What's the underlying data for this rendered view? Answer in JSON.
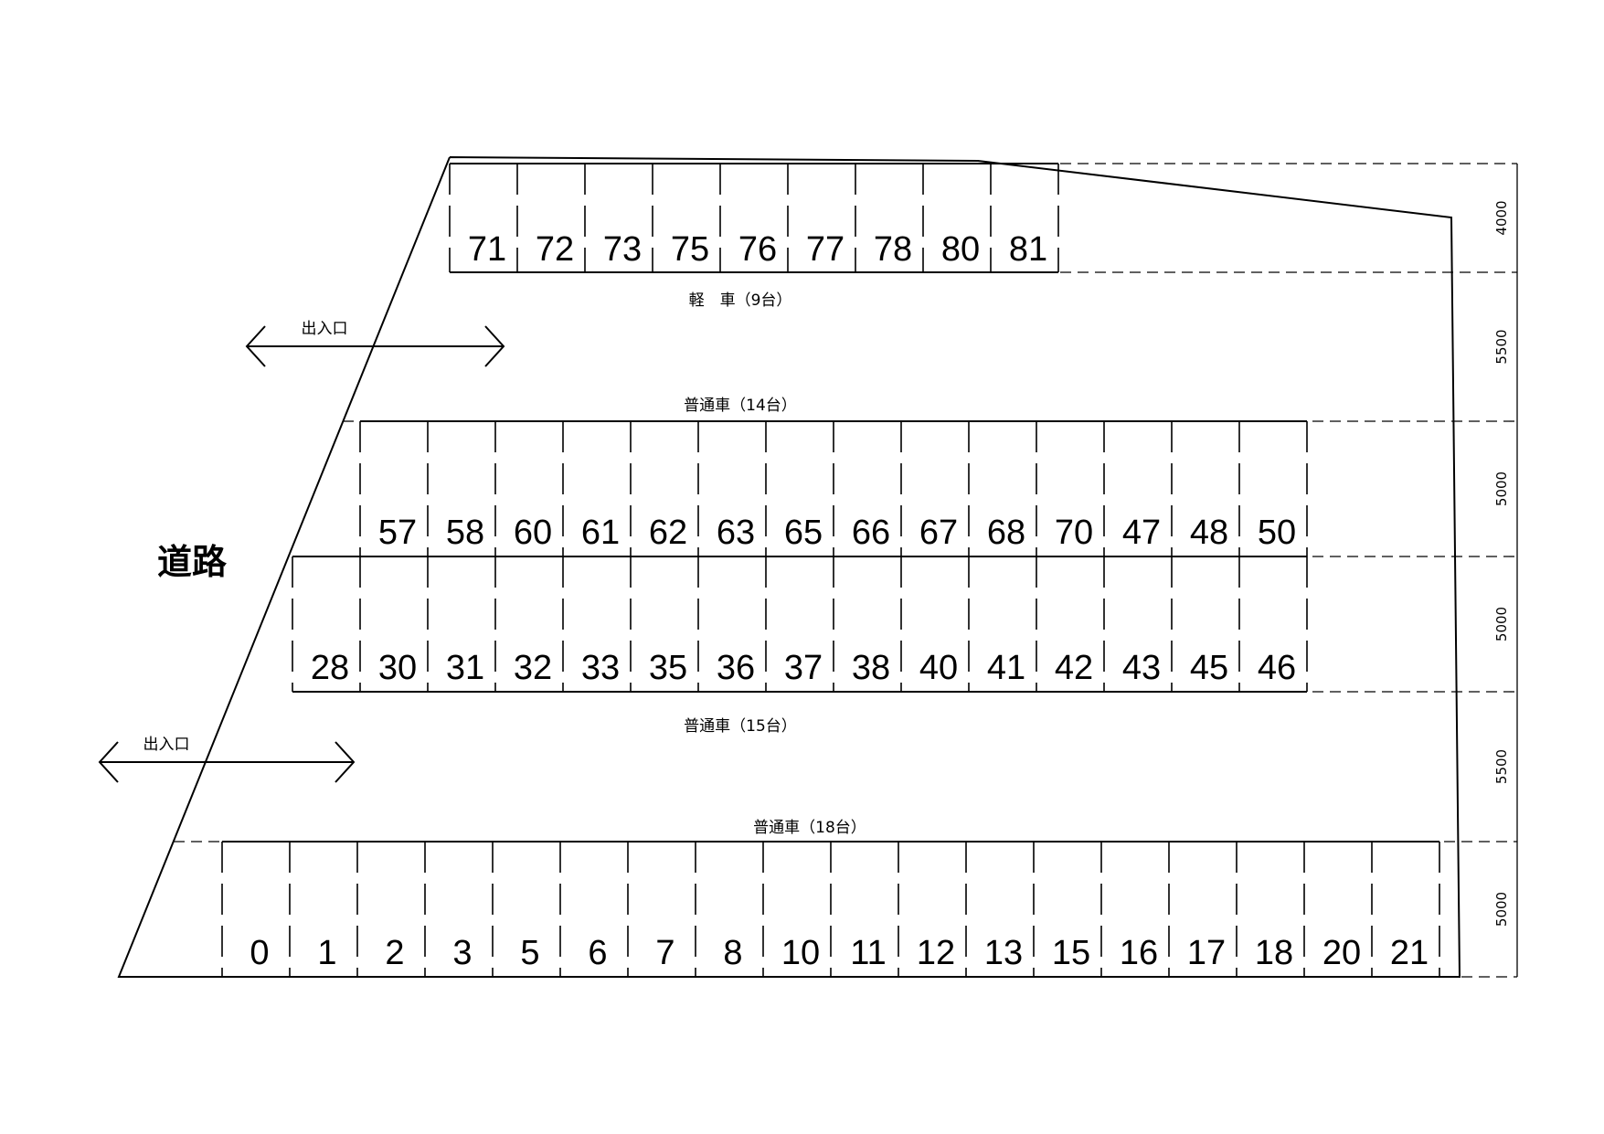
{
  "road_label": "道路",
  "entrances": [
    {
      "label": "出入口"
    },
    {
      "label": "出入口"
    }
  ],
  "sections": [
    {
      "label": "軽　車（9台）",
      "spaces": [
        "71",
        "72",
        "73",
        "75",
        "76",
        "77",
        "78",
        "80",
        "81"
      ]
    },
    {
      "label": "普通車（14台）",
      "spaces": [
        "57",
        "58",
        "60",
        "61",
        "62",
        "63",
        "65",
        "66",
        "67",
        "68",
        "70",
        "47",
        "48",
        "50"
      ]
    },
    {
      "label": "普通車（15台）",
      "spaces": [
        "28",
        "30",
        "31",
        "32",
        "33",
        "35",
        "36",
        "37",
        "38",
        "40",
        "41",
        "42",
        "43",
        "45",
        "46"
      ]
    },
    {
      "label": "普通車（18台）",
      "spaces": [
        "0",
        "1",
        "2",
        "3",
        "5",
        "6",
        "7",
        "8",
        "10",
        "11",
        "12",
        "13",
        "15",
        "16",
        "17",
        "18",
        "20",
        "21"
      ]
    }
  ],
  "dimensions": [
    "4000",
    "5500",
    "5000",
    "5000",
    "5500",
    "5000"
  ]
}
